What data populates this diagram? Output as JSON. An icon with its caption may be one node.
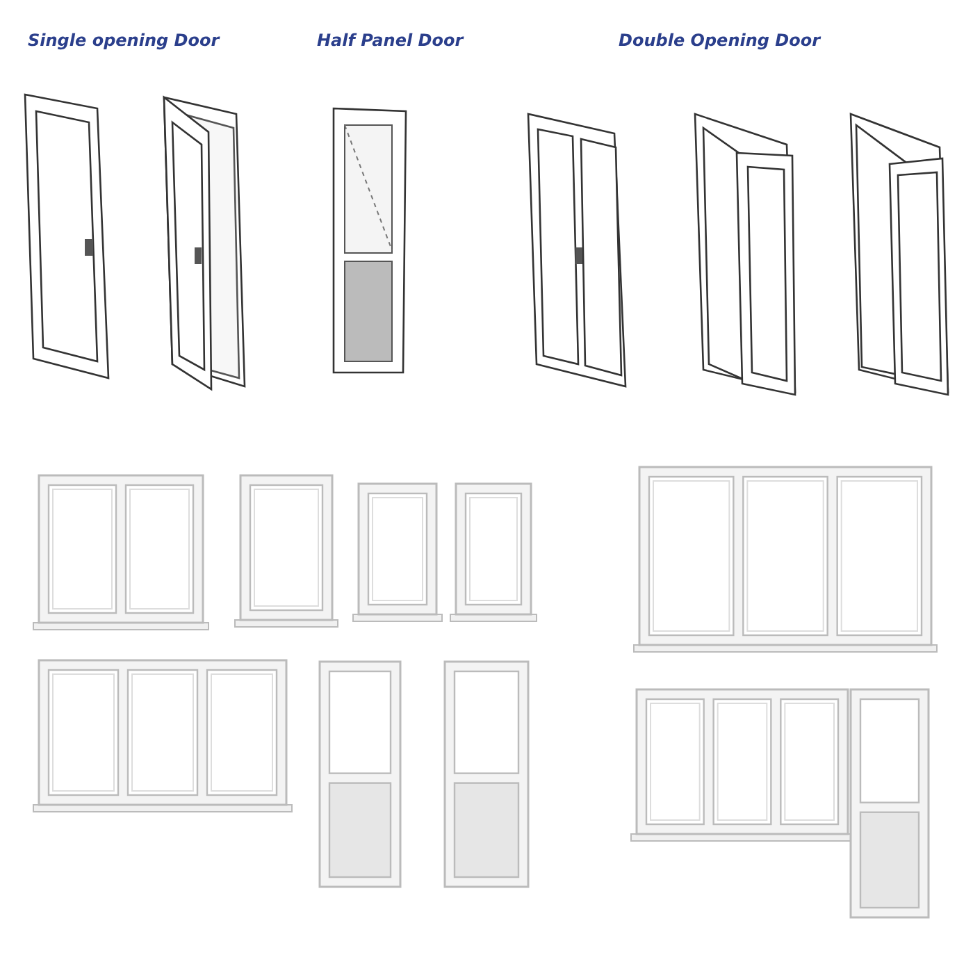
{
  "diagram": {
    "labels": [
      "Single opening Door",
      "Half Panel Door",
      "Double Opening Door"
    ]
  }
}
